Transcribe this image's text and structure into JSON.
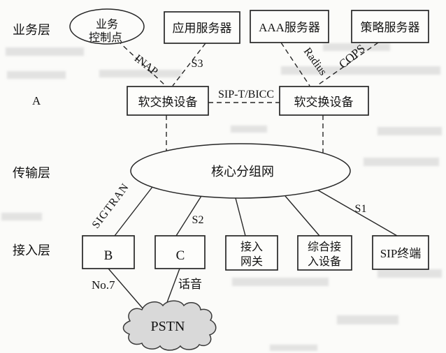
{
  "title": "softswitch-network-architecture",
  "layers": {
    "service": "业务层",
    "a": "A",
    "transport": "传输层",
    "access": "接入层"
  },
  "nodes": {
    "service_control_point": {
      "line1": "业务",
      "line2": "控制点"
    },
    "app_server": {
      "label": "应用服务器"
    },
    "aaa_server": {
      "label": "AAA服务器"
    },
    "policy_server": {
      "label": "策略服务器"
    },
    "softswitch_left": {
      "label": "软交换设备"
    },
    "softswitch_right": {
      "label": "软交换设备"
    },
    "core_network": {
      "label": "核心分组网"
    },
    "box_b": {
      "label": "B"
    },
    "box_c": {
      "label": "C"
    },
    "access_gateway": {
      "line1": "接入",
      "line2": "网关"
    },
    "integrated_access_device": {
      "line1": "综合接",
      "line2": "入设备"
    },
    "sip_terminal": {
      "label": "SIP终端"
    },
    "pstn": {
      "label": "PSTN"
    }
  },
  "links": {
    "inap": "INAP",
    "s3": "S3",
    "radius": "Radius",
    "cops": "COPS",
    "sip_t_bicc": "SIP-T/BICC",
    "sigtran": "SIGTRAN",
    "s2": "S2",
    "s1": "S1",
    "no7": "No.7",
    "voice": "话音"
  },
  "colors": {
    "line": "#262626",
    "box_fill": "#fdfdfb",
    "cloud_fill": "#d9d9d9",
    "paper": "#fbfbf9",
    "text": "#121212"
  }
}
